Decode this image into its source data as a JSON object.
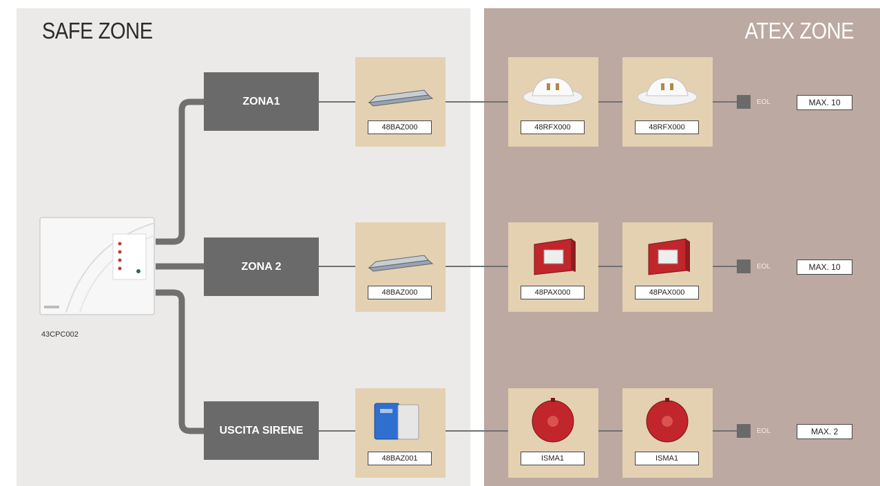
{
  "safe_zone": {
    "title": "SAFE ZONE"
  },
  "atex_zone": {
    "title": "ATEX ZONE"
  },
  "panel": {
    "label": "43CPC002"
  },
  "rows": [
    {
      "zone_label": "ZONA1",
      "barrier": "48BAZ000",
      "devices": [
        "48RFX000",
        "48RFX000"
      ],
      "eol": "EOL",
      "max": "MAX. 10"
    },
    {
      "zone_label": "ZONA 2",
      "barrier": "48BAZ000",
      "devices": [
        "48PAX000",
        "48PAX000"
      ],
      "eol": "EOL",
      "max": "MAX. 10"
    },
    {
      "zone_label": "USCITA SIRENE",
      "barrier": "48BAZ001",
      "devices": [
        "ISMA1",
        "ISMA1"
      ],
      "eol": "EOL",
      "max": "MAX. 2"
    }
  ],
  "colors": {
    "safe_bg": "#ebeae8",
    "atex_bg": "#bca9a1",
    "tile_bg": "#e4d1b1",
    "box_bg": "#6a6a6a",
    "wire": "#707070"
  },
  "icons": [
    "control-panel-icon",
    "barrier-module-icon",
    "heat-detector-icon",
    "manual-call-point-icon",
    "siren-icon",
    "zener-barrier-icon"
  ]
}
